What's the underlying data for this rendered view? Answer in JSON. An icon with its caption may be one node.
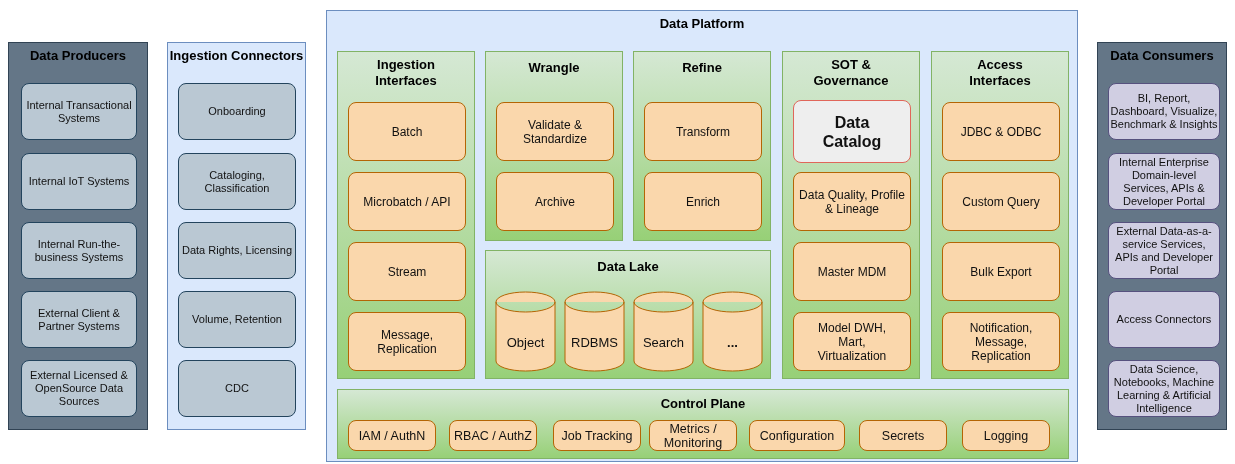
{
  "diagram": {
    "nodes": [
      {
        "text": [
          "Data Producers"
        ]
      },
      {
        "text": [
          "Internal Transactional Systems"
        ],
        "in": 0
      },
      {
        "text": [
          "Internal IoT Systems"
        ],
        "in": 0
      },
      {
        "text": [
          "Internal Run-the-business Systems"
        ],
        "in": 0
      },
      {
        "text": [
          "External Client & Partner Systems"
        ],
        "in": 0
      },
      {
        "text": [
          "External Licensed & OpenSource Data Sources"
        ],
        "in": 0
      },
      {
        "text": [
          "Ingestion Connectors"
        ]
      },
      {
        "text": [
          "Onboarding"
        ],
        "in": 6
      },
      {
        "text": [
          "Cataloging, Classification"
        ],
        "in": 6
      },
      {
        "text": [
          "Data Rights, Licensing"
        ],
        "in": 6
      },
      {
        "text": [
          "Volume, Retention"
        ],
        "in": 6
      },
      {
        "text": [
          "CDC"
        ],
        "in": 6
      },
      {
        "text": [
          "Data Platform"
        ]
      },
      {
        "text": [
          "Ingestion Interfaces"
        ],
        "in": 12
      },
      {
        "text": [
          "Batch"
        ],
        "in": 13
      },
      {
        "text": [
          "Microbatch / API"
        ],
        "in": 13
      },
      {
        "text": [
          "Stream"
        ],
        "in": 13
      },
      {
        "text": [
          "Message, Replication"
        ],
        "in": 13
      },
      {
        "text": [
          "Wrangle"
        ],
        "in": 12
      },
      {
        "text": [
          "Validate & Standardize"
        ],
        "in": 18
      },
      {
        "text": [
          "Archive"
        ],
        "in": 18
      },
      {
        "text": [
          "Refine"
        ],
        "in": 12
      },
      {
        "text": [
          "Transform"
        ],
        "in": 21
      },
      {
        "text": [
          "Enrich"
        ],
        "in": 21
      },
      {
        "text": [
          "Data Lake"
        ],
        "in": 12
      },
      {
        "text": [
          "Object"
        ],
        "in": 24
      },
      {
        "text": [
          "RDBMS"
        ],
        "in": 24
      },
      {
        "text": [
          "Search"
        ],
        "in": 24
      },
      {
        "text": [
          "..."
        ],
        "in": 24
      },
      {
        "text": [
          "SOT & Governance"
        ],
        "in": 12
      },
      {
        "text": [
          "Data Catalog"
        ],
        "in": 29
      },
      {
        "text": [
          "Data Quality, Profile & Lineage"
        ],
        "in": 29
      },
      {
        "text": [
          "Master MDM"
        ],
        "in": 29
      },
      {
        "text": [
          "Model DWH, Mart, Virtualization"
        ],
        "in": 29
      },
      {
        "text": [
          "Access Interfaces"
        ],
        "in": 12
      },
      {
        "text": [
          "JDBC & ODBC"
        ],
        "in": 34
      },
      {
        "text": [
          "Custom Query"
        ],
        "in": 34
      },
      {
        "text": [
          "Bulk Export"
        ],
        "in": 34
      },
      {
        "text": [
          "Notification, Message, Replication"
        ],
        "in": 34
      },
      {
        "text": [
          "Control Plane"
        ],
        "in": 12
      },
      {
        "text": [
          "IAM / AuthN"
        ],
        "in": 39
      },
      {
        "text": [
          "RBAC / AuthZ"
        ],
        "in": 39
      },
      {
        "text": [
          "Job Tracking"
        ],
        "in": 39
      },
      {
        "text": [
          "Metrics / Monitoring"
        ],
        "in": 39
      },
      {
        "text": [
          "Configuration"
        ],
        "in": 39
      },
      {
        "text": [
          "Secrets"
        ],
        "in": 39
      },
      {
        "text": [
          "Logging"
        ],
        "in": 39
      },
      {
        "text": [
          "Data Consumers"
        ]
      },
      {
        "text": [
          "BI, Report, Dashboard, Visualize, Benchmark & Insights"
        ],
        "in": 47
      },
      {
        "text": [
          "Internal Enterprise Domain-level Services, APIs & Developer Portal"
        ],
        "in": 47
      },
      {
        "text": [
          "External Data-as-a-service Services, APIs and Developer Portal"
        ],
        "in": 47
      },
      {
        "text": [
          "Access Connectors"
        ],
        "in": 47
      },
      {
        "text": [
          "Data Science, Notebooks, Machine Learning & Artificial Intelligence"
        ],
        "in": 47
      }
    ]
  }
}
